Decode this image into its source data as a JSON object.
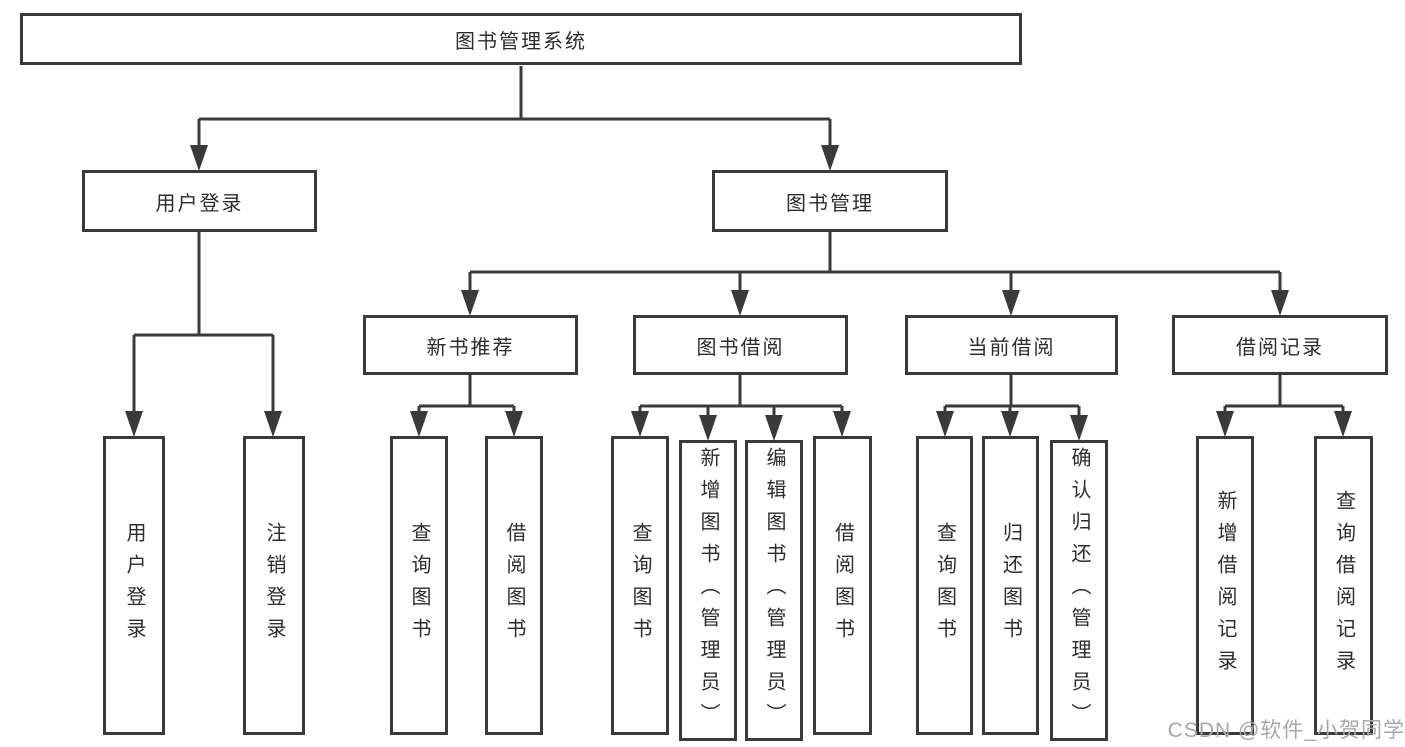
{
  "tree": {
    "root": {
      "label": "图书管理系统",
      "children": [
        {
          "label": "用户登录",
          "children": [
            {
              "label": "用户登录"
            },
            {
              "label": "注销登录"
            }
          ]
        },
        {
          "label": "图书管理",
          "children": [
            {
              "label": "新书推荐",
              "children": [
                {
                  "label": "查询图书"
                },
                {
                  "label": "借阅图书"
                }
              ]
            },
            {
              "label": "图书借阅",
              "children": [
                {
                  "label": "查询图书"
                },
                {
                  "label": "新增图书（管理员）"
                },
                {
                  "label": "编辑图书（管理员）"
                },
                {
                  "label": "借阅图书"
                }
              ]
            },
            {
              "label": "当前借阅",
              "children": [
                {
                  "label": "查询图书"
                },
                {
                  "label": "归还图书"
                },
                {
                  "label": "确认归还（管理员）"
                }
              ]
            },
            {
              "label": "借阅记录",
              "children": [
                {
                  "label": "新增借阅记录"
                },
                {
                  "label": "查询借阅记录"
                }
              ]
            }
          ]
        }
      ]
    }
  },
  "watermark": {
    "text": "CSDN @软件_小贺同学"
  },
  "colors": {
    "line": "#3a3a3a",
    "box_border": "#3a3a3a",
    "text": "#2d2d2d",
    "watermark": "#a8a8a8",
    "background": "#ffffff"
  }
}
